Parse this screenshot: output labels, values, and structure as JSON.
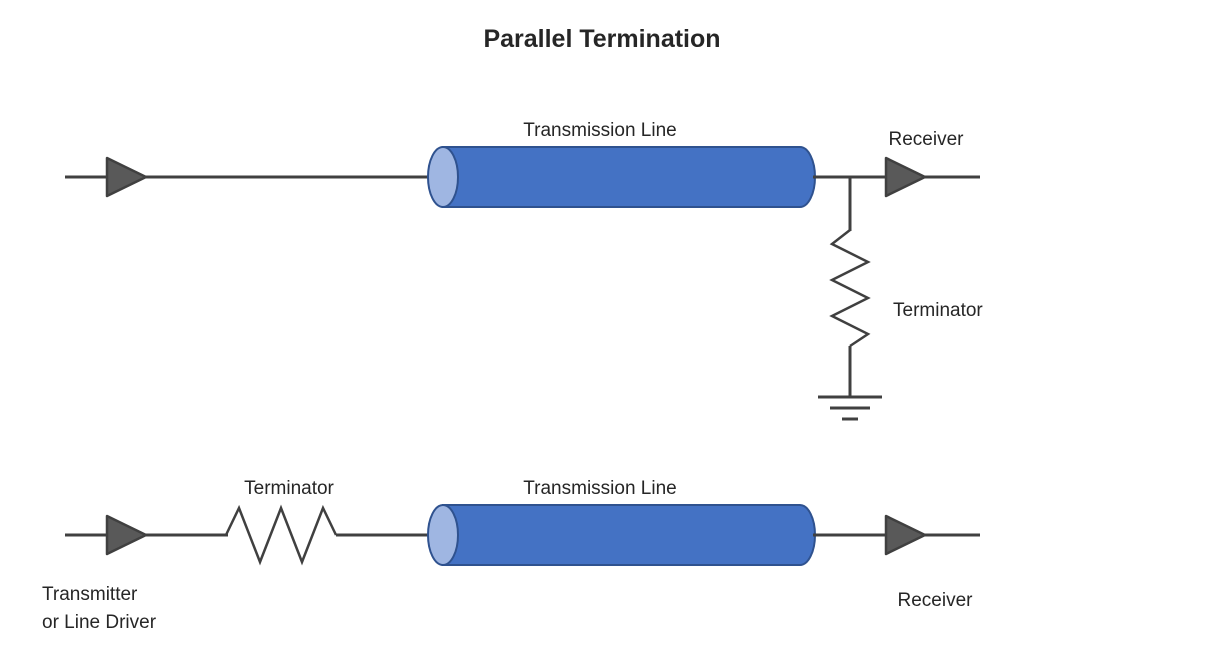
{
  "title": "Parallel Termination",
  "colors": {
    "wire": "#404040",
    "triangle_fill": "#595959",
    "cylinder_body": "#4472C4",
    "cylinder_face": "#9FB6E2",
    "cylinder_stroke": "#2F528F",
    "text": "#262626"
  },
  "top_circuit": {
    "transmission_line_label": "Transmission Line",
    "receiver_label": "Receiver",
    "terminator_label": "Terminator"
  },
  "bottom_circuit": {
    "terminator_label": "Terminator",
    "transmission_line_label": "Transmission Line",
    "receiver_label": "Receiver",
    "transmitter_label_line1": "Transmitter",
    "transmitter_label_line2": "or Line Driver"
  }
}
